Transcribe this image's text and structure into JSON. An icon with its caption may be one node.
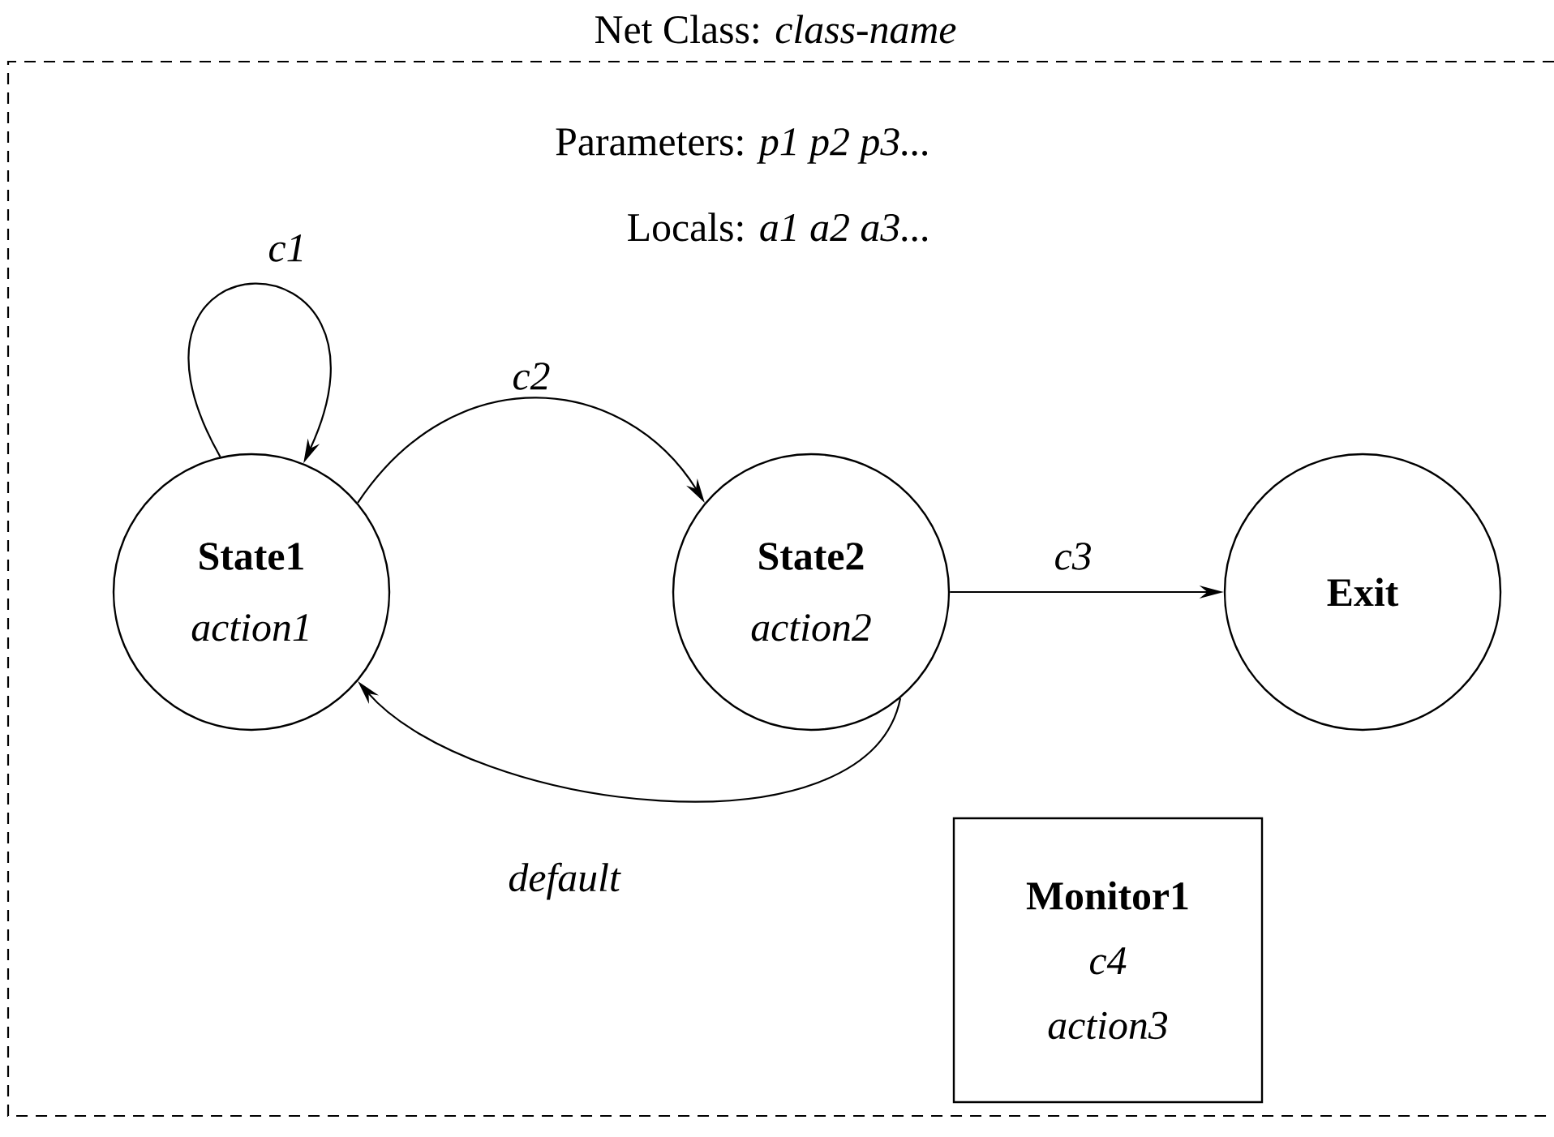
{
  "diagram": {
    "nodes": [
      {
        "text": [
          "Net Class:  *class-name*",
          "Parameters:  *p1 p2 p3...*",
          "Locals:  *a1 a2 a3...*"
        ]
      },
      {
        "text": [
          "State1",
          "action1"
        ],
        "in": 0
      },
      {
        "text": [
          "State2",
          "action2"
        ],
        "in": 0
      },
      {
        "text": [
          "Exit"
        ],
        "in": 0
      },
      {
        "text": [
          "Monitor1",
          "c4",
          "action3"
        ],
        "in": 0
      }
    ],
    "edges": [
      {
        "from": 1,
        "to": 1,
        "arrow": "to",
        "label": "c1"
      },
      {
        "from": 1,
        "to": 2,
        "arrow": "to",
        "label": "c2"
      },
      {
        "from": 2,
        "to": 3,
        "arrow": "to",
        "label": "c3"
      },
      {
        "from": 2,
        "to": 1,
        "arrow": "to",
        "label": "default"
      }
    ]
  }
}
